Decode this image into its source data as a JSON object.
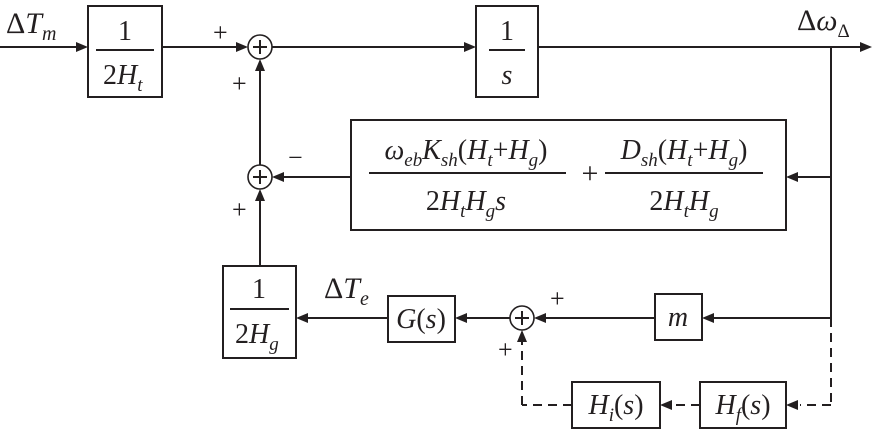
{
  "signals": {
    "input": "ΔT_m",
    "output": "Δω_Δ",
    "electrical_torque": "ΔT_e"
  },
  "blocks": {
    "turbine_inertia": {
      "numerator": "1",
      "denominator": "2H_t"
    },
    "integrator": {
      "numerator": "1",
      "denominator": "s"
    },
    "shaft_term1": {
      "numerator": "ω_eb K_sh(H_t+H_g)",
      "denominator": "2H_t H_g s"
    },
    "shaft_term2": {
      "numerator": "D_sh(H_t+H_g)",
      "denominator": "2H_t H_g"
    },
    "shaft_plus": "+",
    "generator_inertia": {
      "numerator": "1",
      "denominator": "2H_g"
    },
    "controller": "G(s)",
    "gain": "m",
    "filter": "H_f(s)",
    "inner_loop": "H_i(s)"
  },
  "signs": {
    "sum1_left": "+",
    "sum1_bottom": "+",
    "sum2_right": "−",
    "sum2_bottom": "+",
    "sum3_right": "+",
    "sum3_bottom": "+"
  }
}
